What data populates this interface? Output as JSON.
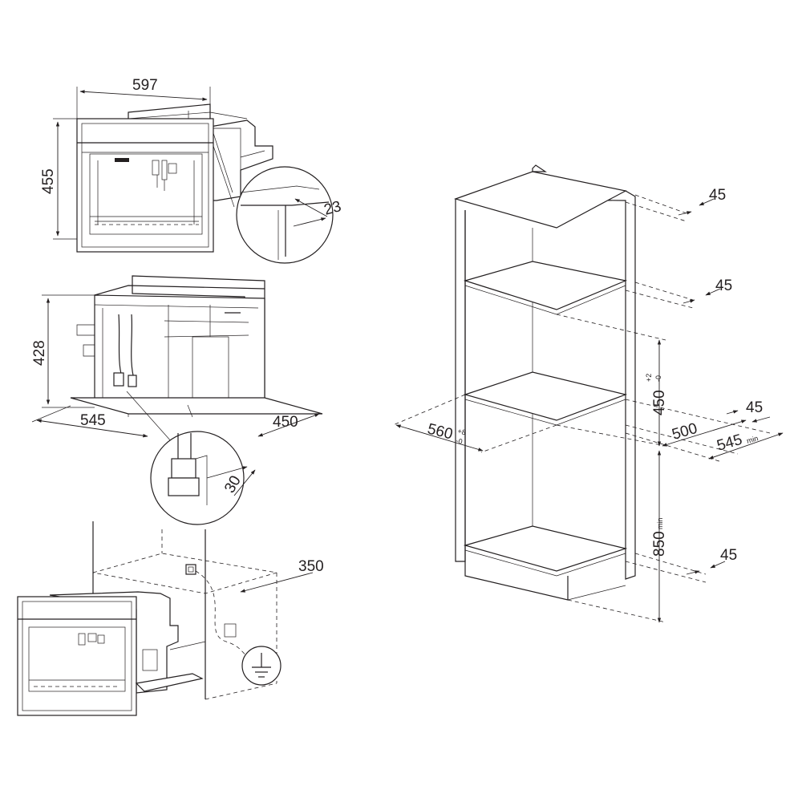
{
  "labels": {
    "d597": "597",
    "d455": "455",
    "d23": "23",
    "d428": "428",
    "d545": "545",
    "d450_left": "450",
    "d30": "30",
    "d350": "350",
    "d45_a": "45",
    "d45_b": "45",
    "d45_c": "45",
    "d45_d": "45",
    "d450_cab": "450",
    "d450_cab_tol_upper": "+2",
    "d450_cab_tol_lower": "-0",
    "d500": "500",
    "d545_cab": "545",
    "d545_cab_sub": "min",
    "d560": "560",
    "d560_tol_upper": "+8",
    "d560_tol_lower": "-0",
    "d850": "850",
    "d850_sub": "min"
  }
}
